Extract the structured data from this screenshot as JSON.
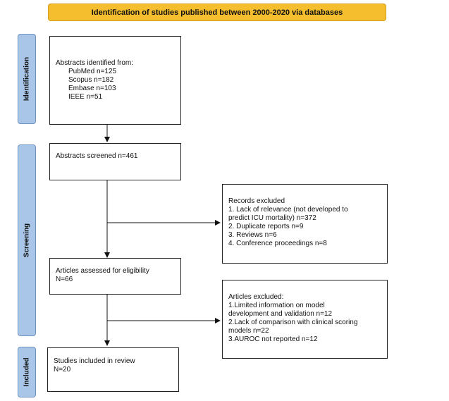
{
  "header": {
    "title": "Identification of studies published between 2000-2020 via databases"
  },
  "phases": {
    "identification": "Identification",
    "screening": "Screening",
    "included": "Included"
  },
  "boxes": {
    "abstracts_identified": {
      "heading": "Abstracts identified from:",
      "items": [
        "PubMed n=125",
        "Scopus n=182",
        "Embase n=103",
        "IEEE n=51"
      ]
    },
    "abstracts_screened": {
      "text": "Abstracts screened n=461"
    },
    "records_excluded": {
      "lines": [
        "Records excluded",
        "1. Lack of relevance (not developed to",
        "predict ICU mortality) n=372",
        "2. Duplicate reports n=9",
        "3. Reviews n=6",
        "4. Conference proceedings n=8"
      ]
    },
    "articles_assessed": {
      "lines": [
        "Articles assessed for eligibility",
        "N=66"
      ]
    },
    "articles_excluded": {
      "lines": [
        "Articles excluded:",
        "1.Limited information on model",
        "development and validation n=12",
        "2.Lack of comparison with clinical scoring",
        "models n=22",
        "3.AUROC not reported n=12"
      ]
    },
    "studies_included": {
      "lines": [
        "Studies included in review",
        "N=20"
      ]
    }
  }
}
